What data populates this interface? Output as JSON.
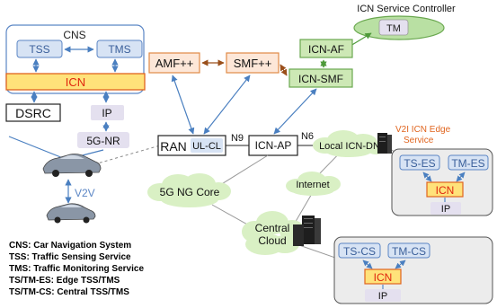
{
  "cns": {
    "title": "CNS",
    "tss": "TSS",
    "tms": "TMS",
    "icn": "ICN",
    "dsrc": "DSRC",
    "ip": "IP",
    "nr": "5G-NR"
  },
  "v2v": "V2V",
  "controller": {
    "title": "ICN Service Controller",
    "tm": "TM"
  },
  "core": {
    "amf": "AMF++",
    "smf": "SMF++",
    "icn_af": "ICN-AF",
    "icn_smf": "ICN-SMF"
  },
  "ran": {
    "label": "RAN",
    "ulcl": "UL-CL"
  },
  "icn_ap": "ICN-AP",
  "links": {
    "n9": "N9",
    "n6": "N6"
  },
  "clouds": {
    "local_dn": "Local ICN-DN",
    "ng_core": "5G NG Core",
    "internet": "Internet",
    "central": [
      "Central",
      "Cloud"
    ]
  },
  "v2i": {
    "title": [
      "V2I ICN Edge",
      "Service"
    ]
  },
  "edge": {
    "ts": "TS-ES",
    "tm": "TM-ES",
    "icn": "ICN",
    "ip": "IP"
  },
  "central_box": {
    "ts": "TS-CS",
    "tm": "TM-CS",
    "icn": "ICN",
    "ip": "IP"
  },
  "legend": [
    "CNS: Car Navigation System",
    "TSS: Traffic Sensing Service",
    "TMS: Traffic Monitoring Service",
    "TS/TM-ES: Edge TSS/TMS",
    "TS/TM-CS: Central TSS/TMS"
  ],
  "colors": {
    "icn_bar": "#ffe27a",
    "icn_border": "#e0641e",
    "icn_text": "#e0260f",
    "blue_box": "#d7e3f4",
    "blue_border": "#5b86c5",
    "purple_box": "#e4e0ef",
    "core_box": "#fde7d8",
    "core_border": "#e08a45",
    "green_box": "#cde8b5",
    "green_border": "#6aa84f",
    "controller": "#b9e0a3",
    "arrow_blue": "#4a7fc0",
    "arrow_brown": "#9a4f1a",
    "arrow_green": "#4e9a3a",
    "cloud": "#d9f0c4",
    "edge_bg": "#ececec",
    "v2i_text": "#e0641e"
  }
}
